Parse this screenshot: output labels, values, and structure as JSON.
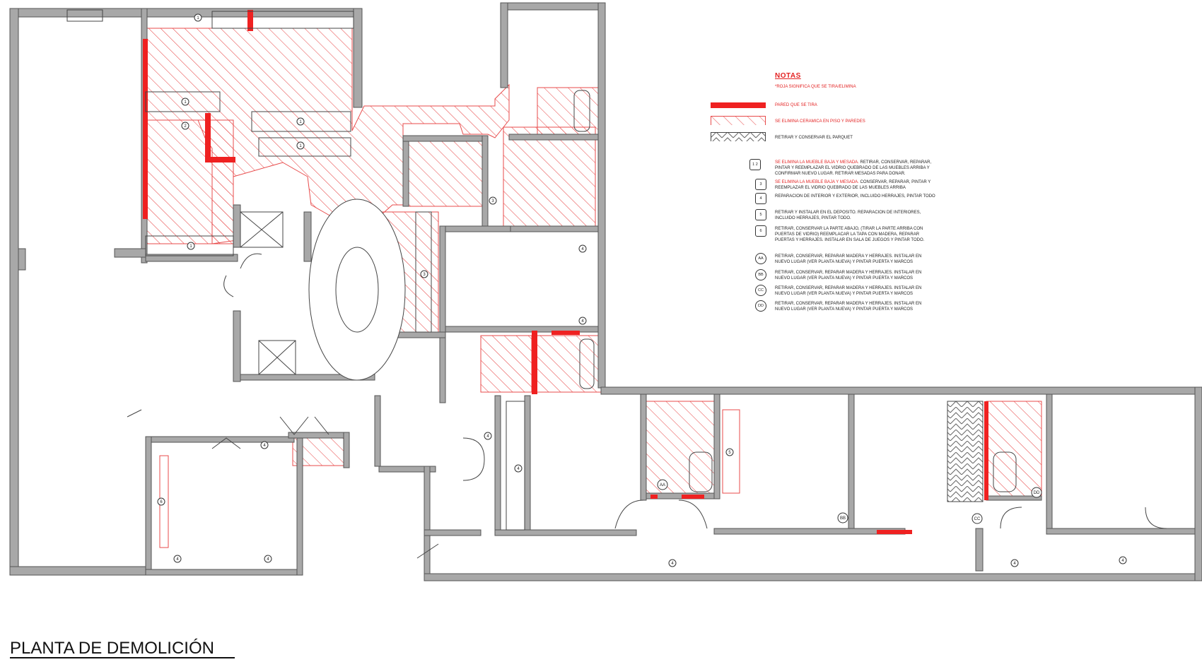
{
  "title": "PLANTA DE DEMOLICIÓN",
  "colors": {
    "wall_fill": "#a8a8a8",
    "wall_stroke": "#555555",
    "demolish_red": "#ef2121",
    "hatch_red": "#e84b4b",
    "parquet_grey": "#8a8a8a"
  },
  "legend": {
    "heading": "NOTAS",
    "subheading": "*ROJA SIGNIFICA QUE SE TIRA/ELIMINA",
    "items": [
      {
        "swatch": "solid-red",
        "label": "PARED QUE SE TIRA"
      },
      {
        "swatch": "red-hatch",
        "label": "SE ELIMINA CERAMICA EN PISO Y PAREDES"
      },
      {
        "swatch": "grey-herringbone",
        "label": "RETIRAR Y CONSERVAR EL PARQUET"
      }
    ]
  },
  "notes": [
    {
      "symbol": "1 2",
      "highlight": "SE ELIMINA LA MUEBLE BAJA Y MESADA.",
      "text": " RETIRAR, CONSERVAR, REPARAR, PINTAR Y REEMPLAZAR EL VIDRIO QUEBRADO DE LAS MUEBLES ARRIBA Y CONFIRMAR NUEVO LUGAR.  RETIRAR MESADAS PARA DONAR."
    },
    {
      "symbol": "3",
      "highlight": "SE ELIMINA LA MUEBLE BAJA Y MESADA.",
      "text": " CONSERVAR, REPARAR, PINTAR Y REEMPLAZAR EL VIDRIO QUEBRADO DE LAS MUEBLES ARRIBA"
    },
    {
      "symbol": "4",
      "highlight": "",
      "text": "REPARACION DE INTERIOR Y EXTERIOR, INCLUIDO HERRAJES, PINTAR TODO"
    },
    {
      "symbol": "5",
      "highlight": "",
      "text": "RETIRAR Y INSTALAR EN EL DEPOSITO.  REPARACION DE INTERIORES, INCLUIDO HERRAJES, PINTAR TODO."
    },
    {
      "symbol": "6",
      "highlight": "",
      "text": "RETIRAR, CONSERVAR LA PARTE ABAJO, (TIRAR LA PARTE ARRIBA CON PUERTAS DE VIDRIO) REEMPLACAR LA TAPA CON MADERA, REPARAR PUERTAS Y HERRAJES.  INSTALAR EN SALA DE JUEGOS Y PINTAR TODO."
    },
    {
      "symbol": "AA",
      "highlight": "",
      "text": "RETIRAR, CONSERVAR, REPARAR MADERA Y HERRAJES.  INSTALAR EN NUEVO LUGAR (VER PLANTA NUEVA) Y PINTAR PUERTA Y MARCOS"
    },
    {
      "symbol": "BB",
      "highlight": "",
      "text": "RETIRAR, CONSERVAR, REPARAR MADERA Y HERRAJES.  INSTALAR EN NUEVO LUGAR (VER PLANTA NUEVA) Y PINTAR PUERTA Y MARCOS"
    },
    {
      "symbol": "CC",
      "highlight": "",
      "text": "RETIRAR, CONSERVAR, REPARAR MADERA Y HERRAJES.  INSTALAR EN NUEVO LUGAR (VER PLANTA NUEVA) Y PINTAR PUERTA Y MARCOS"
    },
    {
      "symbol": "DD",
      "highlight": "",
      "text": "RETIRAR, CONSERVAR, REPARAR MADERA Y HERRAJES.  INSTALAR EN NUEVO LUGAR (VER PLANTA NUEVA) Y PINTAR PUERTA Y MARCOS"
    }
  ],
  "plan_tags": {
    "t1": "1",
    "t2": "2",
    "t3": "3",
    "t4": "4",
    "t5": "5",
    "t6": "6",
    "aa": "AA",
    "bb": "BB",
    "cc": "CC",
    "dd": "DD"
  }
}
